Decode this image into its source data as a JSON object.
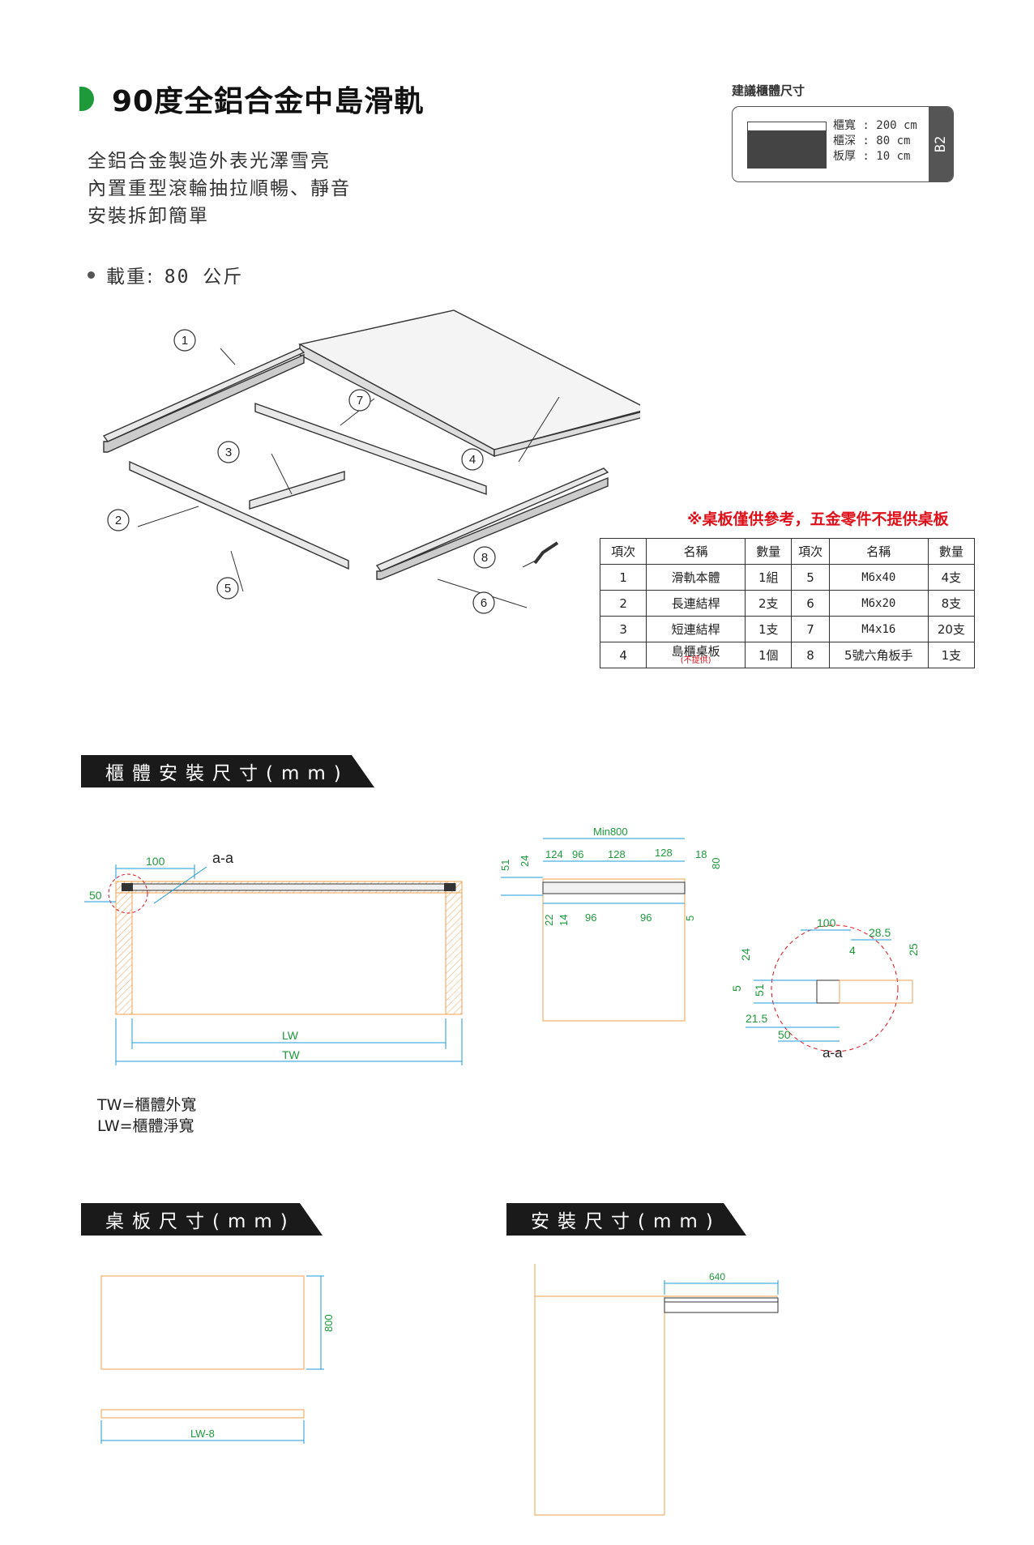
{
  "title": "90度全鋁合金中島滑軌",
  "description": [
    "全鋁合金製造外表光澤雪亮",
    "內置重型滾輪抽拉順暢、靜音",
    "安裝拆卸簡單"
  ],
  "load": {
    "label": "載重:",
    "value": "80 公斤"
  },
  "suggested_size": {
    "label": "建議櫃體尺寸",
    "width": "櫃寬 : 200 cm",
    "depth": "櫃深 : 80 cm",
    "thickness": "板厚 : 10 cm",
    "code": "B2"
  },
  "note": "※桌板僅供參考，五金零件不提供桌板",
  "diagram_callouts": [
    "1",
    "2",
    "3",
    "4",
    "5",
    "6",
    "7",
    "8"
  ],
  "parts_table": {
    "headers": [
      "項次",
      "名稱",
      "數量",
      "項次",
      "名稱",
      "數量"
    ],
    "rows": [
      {
        "no": "1",
        "name": "滑軌本體",
        "sub": "",
        "qty": "1組",
        "no2": "5",
        "name2": "M6x40",
        "qty2": "4支"
      },
      {
        "no": "2",
        "name": "長連結桿",
        "sub": "",
        "qty": "2支",
        "no2": "6",
        "name2": "M6x20",
        "qty2": "8支"
      },
      {
        "no": "3",
        "name": "短連結桿",
        "sub": "",
        "qty": "1支",
        "no2": "7",
        "name2": "M4x16",
        "qty2": "20支"
      },
      {
        "no": "4",
        "name": "島櫃桌板",
        "sub": "(不提供)",
        "qty": "1個",
        "no2": "8",
        "name2": "5號六角板手",
        "qty2": "1支"
      }
    ]
  },
  "sections": {
    "cabinet": "櫃體安裝尺寸(mm)",
    "tabletop": "桌板尺寸(mm)",
    "install": "安裝尺寸(mm)"
  },
  "cabinet_dims": {
    "d100": "100",
    "aa": "a-a",
    "d50": "50",
    "lw": "LW",
    "tw": "TW"
  },
  "legend": [
    "TW=櫃體外寬",
    "LW=櫃體淨寬"
  ],
  "side_dims": {
    "min800": "Min800",
    "d51": "51",
    "d24": "24",
    "d124": "124",
    "d96a": "96",
    "d128a": "128",
    "d128b": "128",
    "d18": "18",
    "d80": "80",
    "d22": "22",
    "d14": "14",
    "d96b": "96",
    "d96c": "96",
    "d5": "5"
  },
  "detail_dims": {
    "d100": "100",
    "d28_5": "28.5",
    "d4": "4",
    "d25": "25",
    "d24": "24",
    "d5": "5",
    "d51": "51",
    "d21_5": "21.5",
    "d50": "50",
    "aa": "a-a"
  },
  "tabletop_dims": {
    "d800": "800",
    "lw8": "LW-8"
  },
  "install_dims": {
    "d640": "640"
  },
  "colors": {
    "accent": "#1e9a3b",
    "note": "#e0101a",
    "dimension": "#1e9bd7",
    "outline": "#f0a050",
    "dark": "#1a1a1a"
  }
}
